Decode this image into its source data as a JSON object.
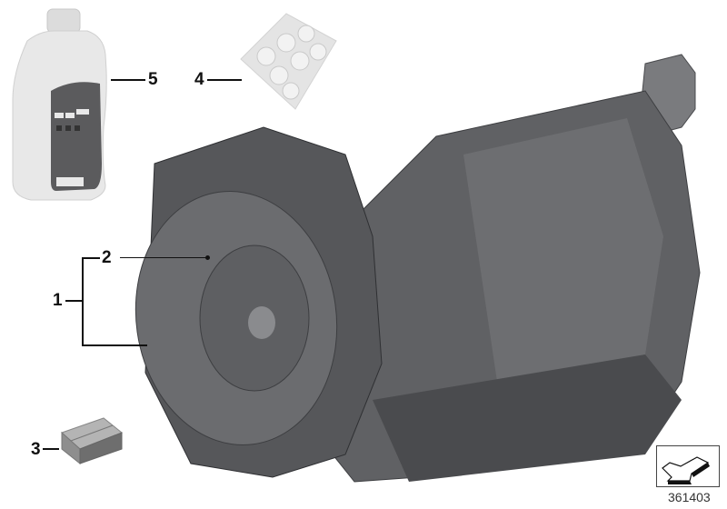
{
  "diagram": {
    "type": "parts-exploded-view",
    "subject": "automatic transmission assembly",
    "reference_number": "361403",
    "callouts": [
      {
        "id": "1",
        "label": "1",
        "part": "transmission-assembly"
      },
      {
        "id": "2",
        "label": "2",
        "part": "torque-converter"
      },
      {
        "id": "3",
        "label": "3",
        "part": "parts-box"
      },
      {
        "id": "4",
        "label": "4",
        "part": "seal-kit-blister-pack"
      },
      {
        "id": "5",
        "label": "5",
        "part": "transmission-fluid-bottle"
      }
    ],
    "icons": {
      "nav_arrow": "down-left-arrow-icon"
    },
    "colors": {
      "background": "#ffffff",
      "housing": "#5c5d60",
      "housing_light": "#7a7b7e",
      "housing_dark": "#3d3e41",
      "bottle": "#e6e6e6",
      "label": "#5a5a5c",
      "box": "#9a9a9a",
      "text": "#111111"
    }
  }
}
